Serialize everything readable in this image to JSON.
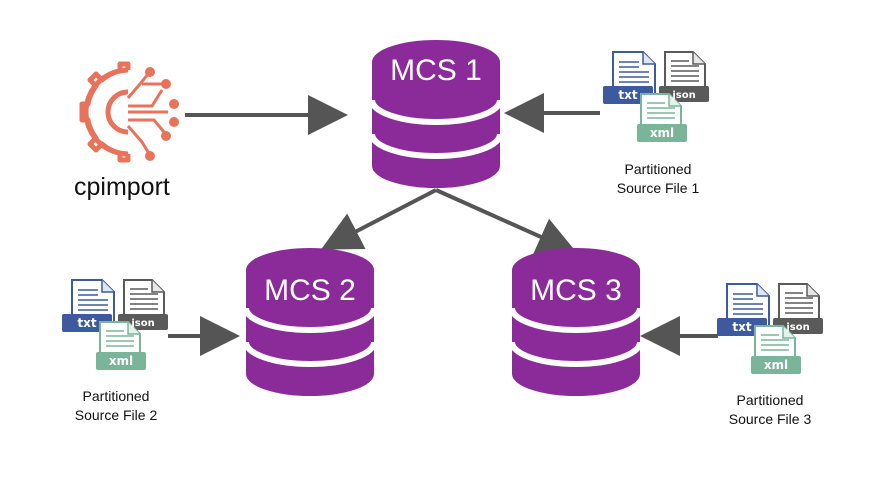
{
  "diagram": {
    "tool_label": "cpimport",
    "nodes": [
      {
        "id": "mcs1",
        "label": "MCS 1"
      },
      {
        "id": "mcs2",
        "label": "MCS 2"
      },
      {
        "id": "mcs3",
        "label": "MCS 3"
      }
    ],
    "sources": [
      {
        "line1": "Partitioned",
        "line2": "Source File 1"
      },
      {
        "line1": "Partitioned",
        "line2": "Source File 2"
      },
      {
        "line1": "Partitioned",
        "line2": "Source File 3"
      }
    ],
    "file_types": {
      "txt": "txt",
      "json": "json",
      "xml": "xml"
    },
    "colors": {
      "db": "#8b2b9a",
      "arrow": "#555555",
      "icon": "#e8735a",
      "txt": "#3d5a9e",
      "json": "#5a5a5a",
      "xml": "#7ab59a"
    }
  }
}
